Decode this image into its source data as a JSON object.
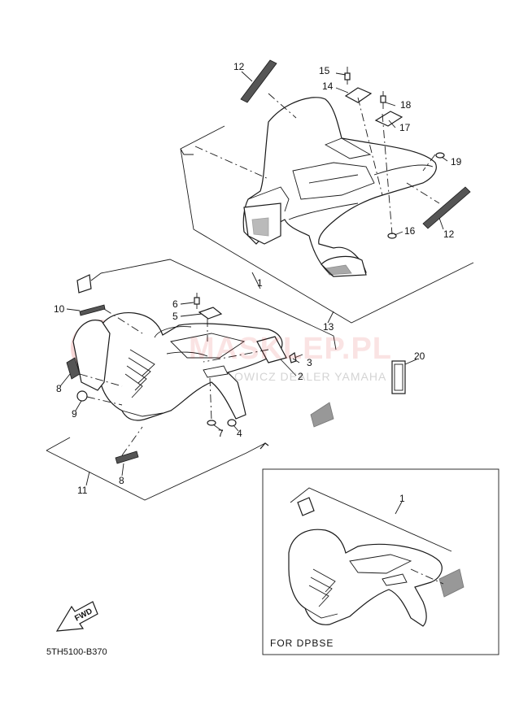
{
  "diagram": {
    "part_code": "5TH5100-B370",
    "inset_caption": "FOR  DPBSE",
    "fwd_label": "FWD",
    "callouts": {
      "c1_top": "1",
      "c1_inset": "1",
      "c2": "2",
      "c3": "3",
      "c4": "4",
      "c5": "5",
      "c6": "6",
      "c7": "7",
      "c8_upper": "8",
      "c8_lower": "8",
      "c9": "9",
      "c10": "10",
      "c11": "11",
      "c12_left": "12",
      "c12_right": "12",
      "c13": "13",
      "c14": "14",
      "c15": "15",
      "c16": "16",
      "c17": "17",
      "c18": "18",
      "c19": "19",
      "c20": "20"
    },
    "watermark": {
      "main": "MASKLEP.PL",
      "sub": "OWICZ DEALER YAMAHA"
    }
  },
  "colors": {
    "line": "#1a1a1a",
    "watermark_red": "#d72828",
    "watermark_grey": "#a0a0a0"
  }
}
